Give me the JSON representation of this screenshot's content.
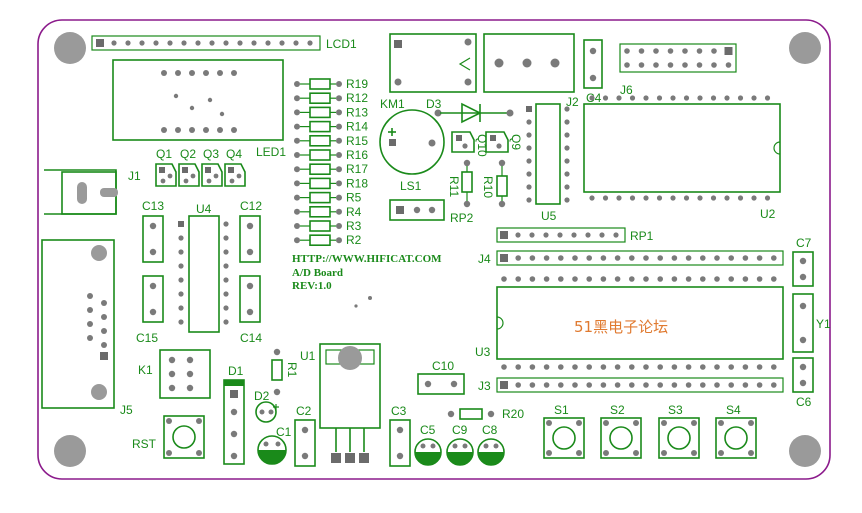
{
  "board": {
    "outline_color": "#8b1a8b",
    "silk_color": "#1a8a1a",
    "pad_color": "#7a7a7a",
    "note_color": "#e07a30"
  },
  "labels": {
    "lcd1": "LCD1",
    "led1": "LED1",
    "km1": "KM1",
    "d3": "D3",
    "j2": "J2",
    "c4": "C4",
    "j6": "J6",
    "u2": "U2",
    "u5": "U5",
    "q1": "Q1",
    "q2": "Q2",
    "q3": "Q3",
    "q4": "Q4",
    "q9": "Q9",
    "q10": "Q10",
    "j1": "J1",
    "c13": "C13",
    "u4": "U4",
    "c12": "C12",
    "c15": "C15",
    "c14": "C14",
    "ls1": "LS1",
    "rp2": "RP2",
    "r11": "R11",
    "r10": "R10",
    "rp1": "RP1",
    "j4": "J4",
    "c7": "C7",
    "y1": "Y1",
    "u3": "U3",
    "j3": "J3",
    "c6": "C6",
    "k1": "K1",
    "d1": "D1",
    "u1": "U1",
    "r1": "R1",
    "d2": "D2",
    "c2": "C2",
    "c1": "C1",
    "c10": "C10",
    "c3": "C3",
    "r20": "R20",
    "c5": "C5",
    "c9": "C9",
    "c8": "C8",
    "s1": "S1",
    "s2": "S2",
    "s3": "S3",
    "s4": "S4",
    "rst": "RST",
    "j5": "J5"
  },
  "resistors": [
    "R19",
    "R12",
    "R13",
    "R14",
    "R15",
    "R16",
    "R17",
    "R18",
    "R5",
    "R4",
    "R3",
    "R2"
  ],
  "silk_text": {
    "url": "HTTP://WWW.HIFICAT.COM",
    "board_name": "A/D Board",
    "rev": "REV:1.0",
    "chinese_note": "51黑电子论坛"
  }
}
